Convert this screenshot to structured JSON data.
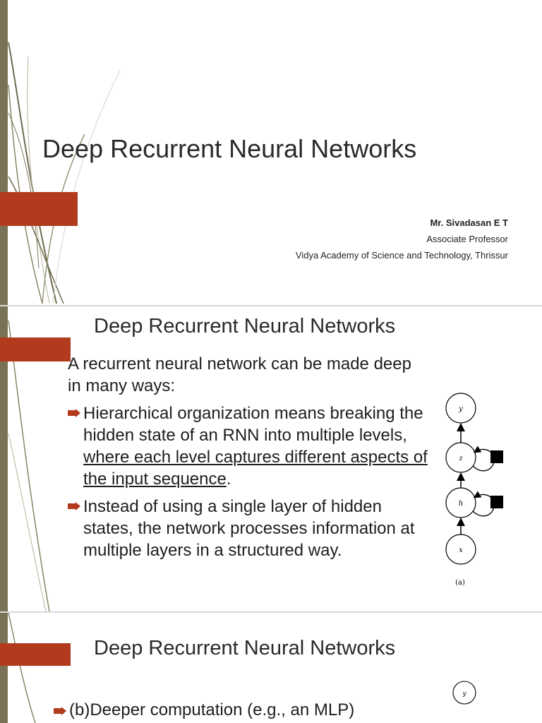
{
  "slide1": {
    "title": "Deep Recurrent Neural Networks",
    "author_name": "Mr. Sivadasan E T",
    "author_role": "Associate Professor",
    "author_institution": "Vidya Academy of Science and Technology, Thrissur"
  },
  "slide2": {
    "title": "Deep Recurrent Neural Networks",
    "intro": "A recurrent neural network can be made deep in many ways:",
    "bullet1": {
      "text_before": "Hierarchical organization means breaking the hidden state of an RNN into multiple levels, ",
      "underlined": "where each level captures different aspects of the input sequence",
      "text_after": "."
    },
    "bullet2": "Instead of using a single layer of hidden states, the network processes information at multiple layers in a structured way.",
    "diagram": {
      "nodes": [
        "y",
        "z",
        "h",
        "x"
      ],
      "caption": "(a)"
    }
  },
  "slide3": {
    "title": "Deep Recurrent Neural Networks",
    "bullet1": "(b)Deeper computation (e.g., an MLP)",
    "diagram_node": "y"
  }
}
